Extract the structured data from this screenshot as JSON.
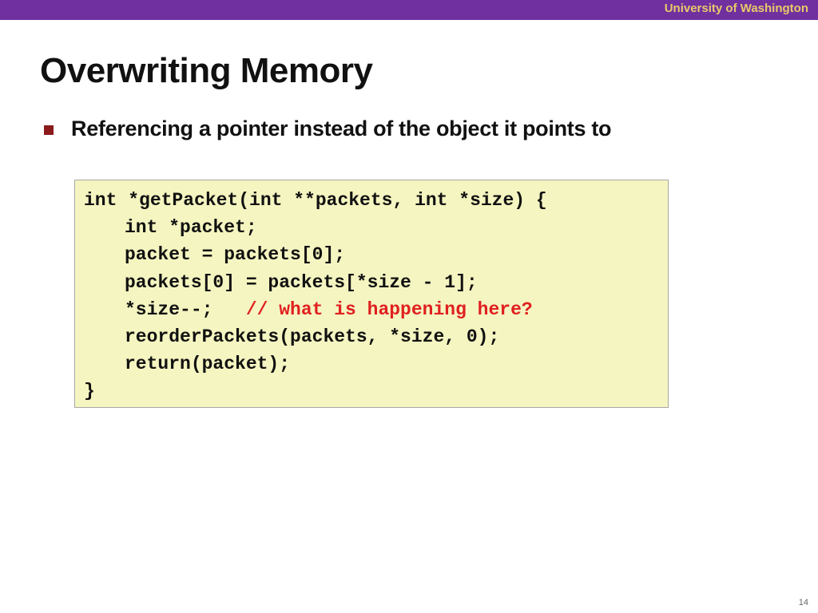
{
  "header": {
    "institution": "University of Washington"
  },
  "slide": {
    "title": "Overwriting Memory",
    "bullet": "Referencing a pointer instead of the object it points to",
    "code": {
      "line1": "int *getPacket(int **packets, int *size) {",
      "line2": "int *packet;",
      "line3": "packet = packets[0];",
      "line4": "packets[0] = packets[*size - 1];",
      "line5_code": "*size--;   ",
      "line5_comment": "// what is happening here?",
      "line6": "reorderPackets(packets, *size, 0);",
      "line7": "return(packet);",
      "line8": "}"
    },
    "page_number": "14"
  },
  "colors": {
    "header_bar": "#7030a0",
    "institution_text": "#e8c96a",
    "bullet_marker": "#8b1a1a",
    "code_background": "#f5f5c1",
    "comment_text": "#e02020"
  }
}
